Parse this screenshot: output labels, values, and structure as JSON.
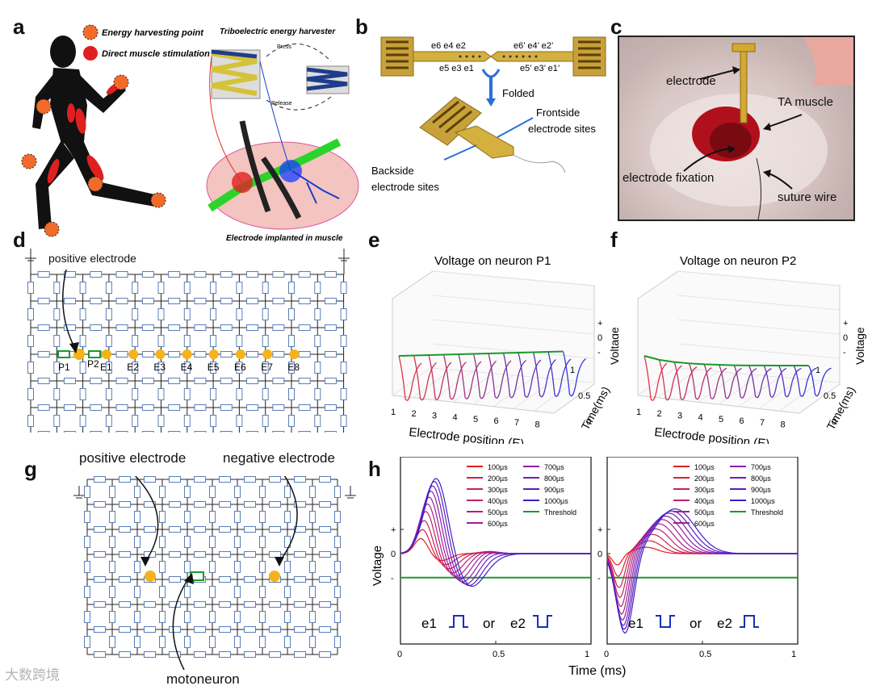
{
  "panels": {
    "a": {
      "letter": "a",
      "legend_harvest": "Energy harvesting point",
      "legend_stim": "Direct muscle stimulation",
      "teh_title": "Triboelectric energy harvester",
      "press": "Press",
      "release": "Release",
      "implant_caption": "Electrode implanted in muscle"
    },
    "b": {
      "letter": "b",
      "top_left_labels": "e6  e4  e2",
      "bottom_left_labels": "e5  e3  e1",
      "top_right_labels": "e6’ e4’ e2’",
      "bottom_right_labels": "e5’ e3’ e1’",
      "folded": "Folded",
      "frontside_1": "Frontside",
      "frontside_2": "electrode sites",
      "backside_1": "Backside",
      "backside_2": "electrode sites"
    },
    "c": {
      "letter": "c",
      "electrode": "electrode",
      "ta_muscle": "TA muscle",
      "fixation": "electrode fixation",
      "suture": "suture wire"
    },
    "d": {
      "letter": "d",
      "positive_electrode": "positive electrode",
      "p1": "P1",
      "p2": "P2",
      "e_labels": [
        "E1",
        "E2",
        "E3",
        "E4",
        "E5",
        "E6",
        "E7",
        "E8"
      ]
    },
    "e": {
      "letter": "e",
      "title": "Voltage on neuron P1",
      "xlabel": "Electrode position (E)",
      "ylabel": "Voltage",
      "tlabel": "Time(ms)"
    },
    "f": {
      "letter": "f",
      "title": "Voltage on neuron P2",
      "xlabel": "Electrode position (E)",
      "ylabel": "Voltage",
      "tlabel": "Time(ms)"
    },
    "g": {
      "letter": "g",
      "positive_electrode": "positive electrode",
      "negative_electrode": "negative electrode",
      "motoneuron": "motoneuron"
    },
    "h": {
      "letter": "h",
      "ylabel": "Voltage",
      "xlabel": "Time (ms)",
      "left_caption_e1": "e1",
      "left_caption_or": "or",
      "left_caption_e2": "e2",
      "right_caption_e1": "e1",
      "right_caption_or": "or",
      "right_caption_e2": "e2"
    }
  },
  "watermark": "大数跨境",
  "chart_data": [
    {
      "type": "line",
      "title": "Voltage on neuron P1",
      "xlabel": "Electrode position (E)",
      "ylabel": "Voltage",
      "zlabel": "Time(ms)",
      "x_ticks": [
        1,
        2,
        3,
        4,
        5,
        6,
        7,
        8
      ],
      "time_ticks": [
        0,
        0.5,
        1.0
      ],
      "voltage_ticks": [
        "-",
        "0",
        "+"
      ],
      "peak_envelope": [
        1,
        1,
        1,
        1,
        1,
        1,
        1,
        1,
        1,
        1,
        1,
        1
      ],
      "envelope_color": "#1a9a2a"
    },
    {
      "type": "line",
      "title": "Voltage on neuron P2",
      "xlabel": "Electrode position (E)",
      "ylabel": "Voltage",
      "zlabel": "Time(ms)",
      "x_ticks": [
        1,
        2,
        3,
        4,
        5,
        6,
        7,
        8
      ],
      "time_ticks": [
        0,
        0.5,
        1.0
      ],
      "voltage_ticks": [
        "-",
        "0",
        "+"
      ],
      "peak_envelope": [
        1.0,
        0.8,
        0.68,
        0.6,
        0.54,
        0.5,
        0.46,
        0.43,
        0.41,
        0.39,
        0.37,
        0.35
      ],
      "envelope_color": "#1a9a2a"
    },
    {
      "type": "line",
      "xlabel": "Time (ms)",
      "ylabel": "Voltage",
      "x_ticks": [
        0,
        0.5,
        1.0
      ],
      "y_ticks": [
        "-",
        "0",
        "+"
      ],
      "xlim": [
        0,
        1.0
      ],
      "series_names": [
        "100µs",
        "200µs",
        "300µs",
        "400µs",
        "500µs",
        "600µs",
        "700µs",
        "800µs",
        "900µs",
        "1000µs",
        "Threshold"
      ],
      "series_colors": [
        "#e0201c",
        "#d81f3c",
        "#cc1f55",
        "#c01f6c",
        "#b01f84",
        "#9e1f96",
        "#8a1fa8",
        "#701fb6",
        "#561fc2",
        "#3a1fcc",
        "#1a9a2a"
      ],
      "first_peak": [
        0.2,
        0.32,
        0.44,
        0.56,
        0.66,
        0.75,
        0.83,
        0.9,
        0.96,
        1.0
      ],
      "threshold": -0.62
    },
    {
      "type": "line",
      "xlabel": "Time (ms)",
      "x_ticks": [
        0,
        0.5,
        1.0
      ],
      "y_ticks": [
        "-",
        "0",
        "+"
      ],
      "xlim": [
        0,
        1.0
      ],
      "series_names": [
        "100µs",
        "200µs",
        "300µs",
        "400µs",
        "500µs",
        "600µs",
        "700µs",
        "800µs",
        "900µs",
        "1000µs",
        "Threshold"
      ],
      "series_colors": [
        "#e0201c",
        "#d81f3c",
        "#cc1f55",
        "#c01f6c",
        "#b01f84",
        "#9e1f96",
        "#8a1fa8",
        "#701fb6",
        "#561fc2",
        "#3a1fcc",
        "#1a9a2a"
      ],
      "first_dip": [
        -0.15,
        -0.3,
        -0.45,
        -0.58,
        -0.7,
        -0.8,
        -0.88,
        -0.95,
        -1.0,
        -1.05
      ],
      "threshold": -0.62
    }
  ]
}
